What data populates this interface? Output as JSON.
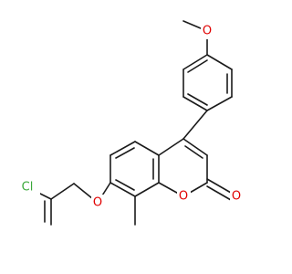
{
  "molecule": {
    "atoms": {
      "Cl": {
        "text": "Cl",
        "color": "#3aa83a"
      },
      "O_ether": {
        "text": "O",
        "color": "#e00000"
      },
      "O_ring": {
        "text": "O",
        "color": "#e00000"
      },
      "O_carbonyl": {
        "text": "O",
        "color": "#e00000"
      },
      "O_methoxy": {
        "text": "O",
        "color": "#e00000"
      }
    },
    "bond_color": "#1a1a1a",
    "background": "#ffffff"
  }
}
